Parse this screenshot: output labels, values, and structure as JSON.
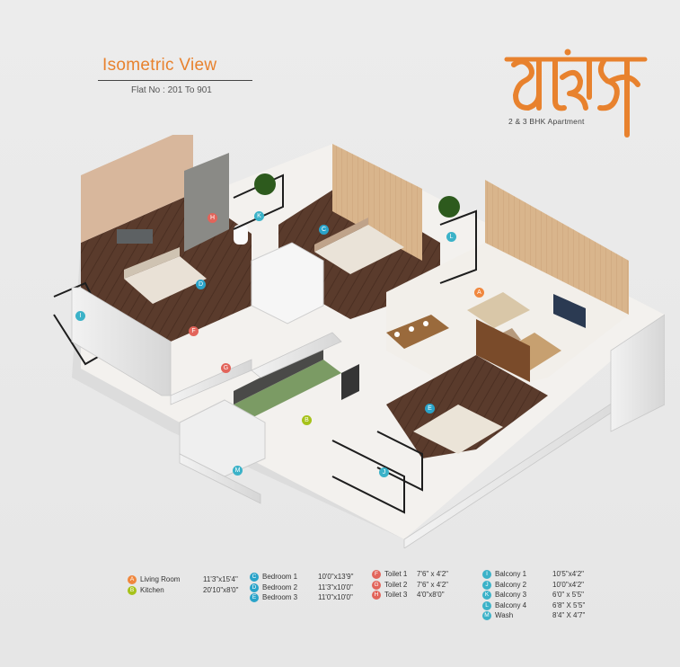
{
  "header": {
    "title": "Isometric View",
    "subtitle": "Flat No : 201 To 901"
  },
  "brand": {
    "logo_text": "आरंभ",
    "tagline": "2 & 3 BHK Apartment",
    "accent_color": "#e8822e"
  },
  "colors": {
    "living": "#f0873e",
    "kitchen": "#a6c21a",
    "bedroom": "#2aa3c9",
    "toilet": "#e2645a",
    "balcony": "#3bb2c8"
  },
  "plan_markers": [
    {
      "letter": "A",
      "group": "living"
    },
    {
      "letter": "B",
      "group": "kitchen"
    },
    {
      "letter": "C",
      "group": "bedroom"
    },
    {
      "letter": "D",
      "group": "bedroom"
    },
    {
      "letter": "E",
      "group": "bedroom"
    },
    {
      "letter": "F",
      "group": "toilet"
    },
    {
      "letter": "G",
      "group": "toilet"
    },
    {
      "letter": "H",
      "group": "toilet"
    },
    {
      "letter": "I",
      "group": "balcony"
    },
    {
      "letter": "J",
      "group": "balcony"
    },
    {
      "letter": "K",
      "group": "balcony"
    },
    {
      "letter": "L",
      "group": "balcony"
    },
    {
      "letter": "M",
      "group": "balcony"
    }
  ],
  "legend": {
    "col1": [
      {
        "letter": "A",
        "name": "Living Room",
        "size": "11'3\"x15'4\"",
        "group": "living"
      },
      {
        "letter": "B",
        "name": "Kitchen",
        "size": "20'10\"x8'0\"",
        "group": "kitchen"
      }
    ],
    "col2": [
      {
        "letter": "C",
        "name": "Bedroom 1",
        "size": "10'0\"x13'9\"",
        "group": "bedroom"
      },
      {
        "letter": "D",
        "name": "Bedroom 2",
        "size": "11'3\"x10'0\"",
        "group": "bedroom"
      },
      {
        "letter": "E",
        "name": "Bedroom 3",
        "size": "11'0\"x10'0\"",
        "group": "bedroom"
      }
    ],
    "col3": [
      {
        "letter": "F",
        "name": "Toilet 1",
        "size": "7'6\" x 4'2\"",
        "group": "toilet"
      },
      {
        "letter": "G",
        "name": "Toilet 2",
        "size": "7'6\" x 4'2\"",
        "group": "toilet"
      },
      {
        "letter": "H",
        "name": "Toilet 3",
        "size": "4'0\"x8'0\"",
        "group": "toilet"
      }
    ],
    "col4": [
      {
        "letter": "I",
        "name": "Balcony 1",
        "size": "10'5\"x4'2\"",
        "group": "balcony"
      },
      {
        "letter": "J",
        "name": "Balcony 2",
        "size": "10'0\"x4'2\"",
        "group": "balcony"
      },
      {
        "letter": "K",
        "name": "Balcony 3",
        "size": "6'0\" x 5'5\"",
        "group": "balcony"
      },
      {
        "letter": "L",
        "name": "Balcony 4",
        "size": "6'8\" X 5'5\"",
        "group": "balcony"
      },
      {
        "letter": "M",
        "name": "Wash",
        "size": "8'4\" X 4'7\"",
        "group": "balcony"
      }
    ]
  }
}
